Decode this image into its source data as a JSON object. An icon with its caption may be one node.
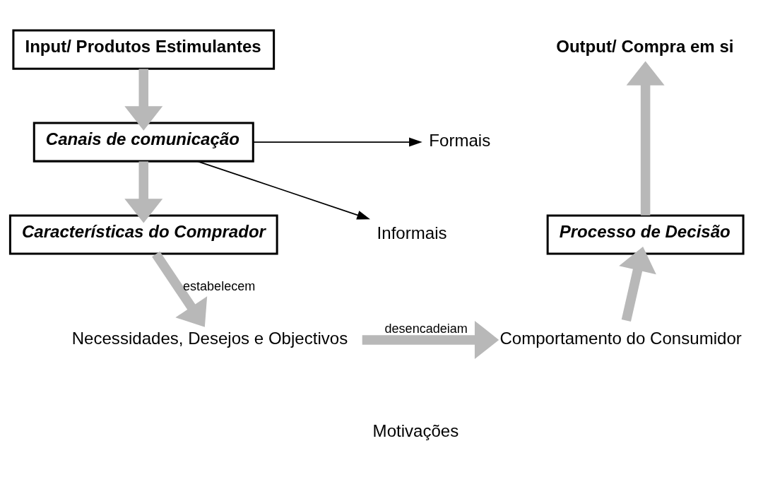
{
  "diagram": {
    "nodes": [
      {
        "text": [
          "Input/ Produtos Estimulantes"
        ]
      },
      {
        "text": [
          "Canais de comunicação"
        ]
      },
      {
        "text": [
          "Formais"
        ]
      },
      {
        "text": [
          "Informais"
        ]
      },
      {
        "text": [
          "Características do Comprador"
        ]
      },
      {
        "text": [
          "Necessidades, Desejos e Objectivos"
        ]
      },
      {
        "text": [
          "Comportamento do Consumidor"
        ]
      },
      {
        "text": [
          "Processo de Decisão"
        ]
      },
      {
        "text": [
          "Output/ Compra em si"
        ]
      }
    ],
    "edges": [
      {
        "from": 0,
        "to": 1,
        "arrow": "to"
      },
      {
        "from": 1,
        "to": 2,
        "arrow": "to",
        "color": "#000000"
      },
      {
        "from": 1,
        "to": 3,
        "arrow": "to",
        "color": "#000000"
      },
      {
        "from": 1,
        "to": 4,
        "arrow": "to"
      },
      {
        "from": 4,
        "to": 5,
        "arrow": "to",
        "label": "estabelecem"
      },
      {
        "from": 5,
        "to": 6,
        "arrow": "to",
        "label": "desencadeiam"
      },
      {
        "from": 6,
        "to": 7,
        "arrow": "to"
      },
      {
        "from": 7,
        "to": 8,
        "arrow": "to"
      }
    ],
    "labels": [
      "Motivações"
    ]
  }
}
